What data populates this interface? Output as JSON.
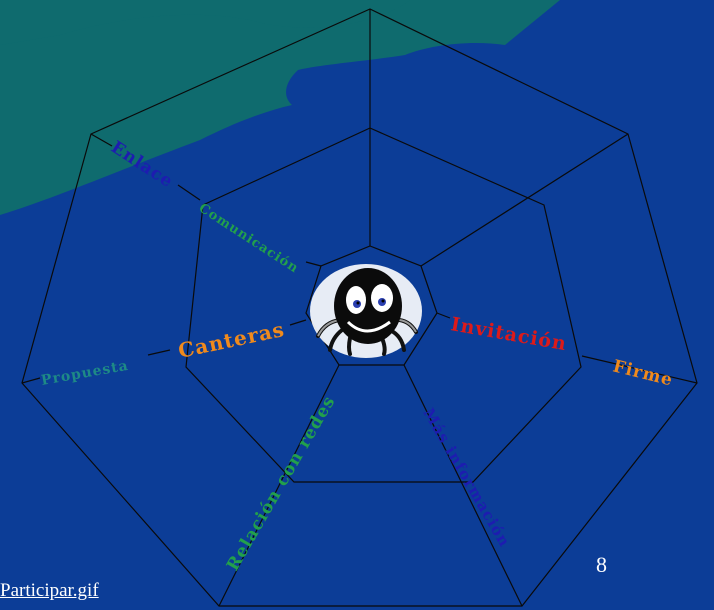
{
  "colors": {
    "background": "#0c3d97",
    "land": "#0f6b6e",
    "web_lines": "#0a0a0a",
    "enlace": "#1d1cb0",
    "comunicacion": "#22a04c",
    "canteras": "#f08a1c",
    "propuesta": "#1e8a86",
    "invitacion": "#dd1a1a",
    "firme": "#f08a1c",
    "relacion": "#22a04c",
    "mas_info": "#1d1cb0"
  },
  "labels": {
    "enlace": "Enlace",
    "comunicacion": "Comunicación",
    "canteras": "Canteras",
    "propuesta": "Propuesta",
    "invitacion": "Invitación",
    "firme": "Firme",
    "relacion": "Relación con redes",
    "mas_info": "Más información"
  },
  "page_number": "8",
  "link_text": "Participar.gif",
  "center_icon": "spider-mascot-icon"
}
